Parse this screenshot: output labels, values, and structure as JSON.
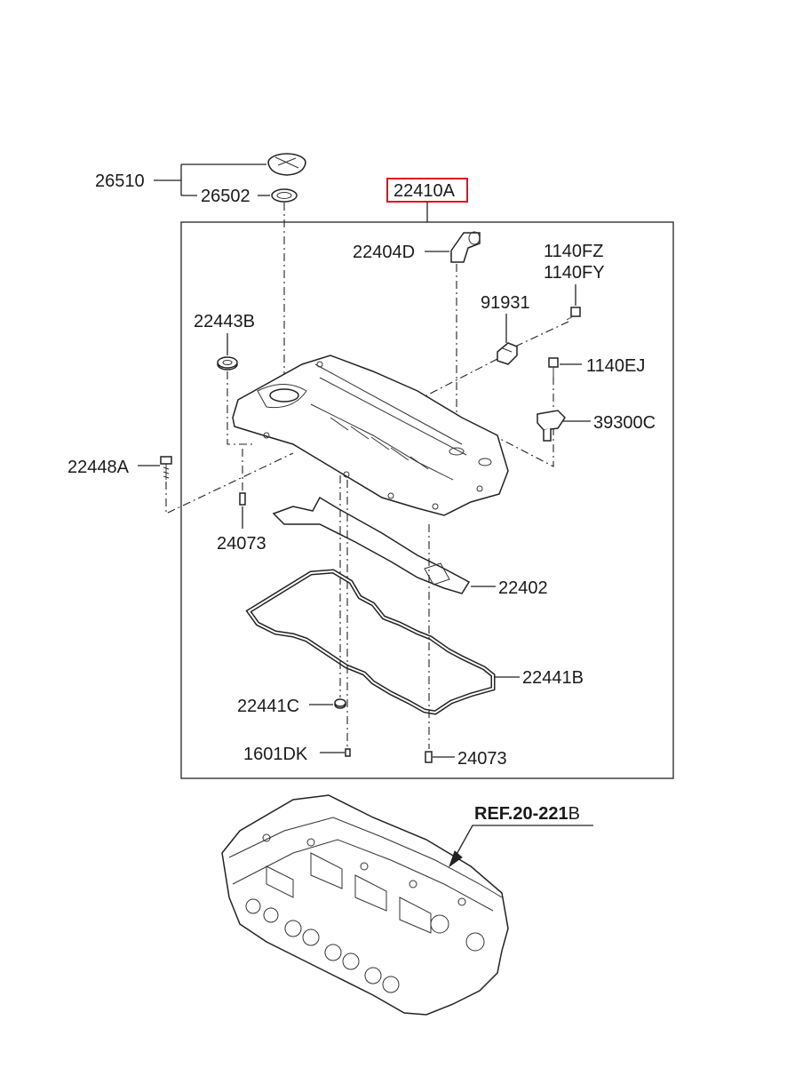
{
  "labels": {
    "l26510": "26510",
    "l26502": "26502",
    "l22410A": "22410A",
    "l22404D": "22404D",
    "l1140FZ": "1140FZ",
    "l1140FY": "1140FY",
    "l91931": "91931",
    "l22443B": "22443B",
    "l1140EJ": "1140EJ",
    "l39300C": "39300C",
    "l22448A": "22448A",
    "l24073a": "24073",
    "l22402": "22402",
    "l22441B": "22441B",
    "l22441C": "22441C",
    "l1601DK": "1601DK",
    "l24073b": "24073",
    "ref_bold": "REF.20-221",
    "ref_suffix": "B"
  },
  "colors": {
    "highlight_box": "#e0141e",
    "line": "#222222"
  }
}
